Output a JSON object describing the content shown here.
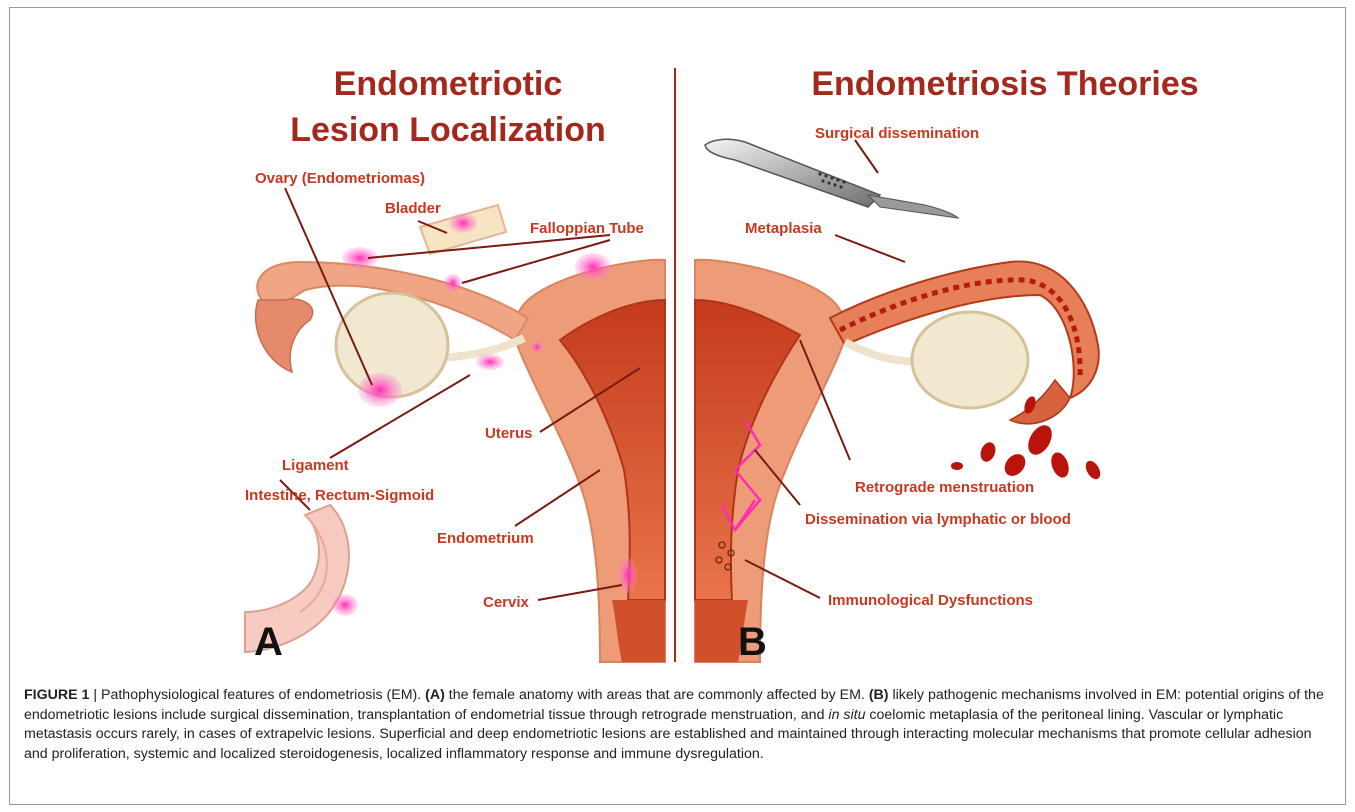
{
  "panel_a": {
    "title_line1": "Endometriotic",
    "title_line2": "Lesion Localization",
    "letter": "A",
    "labels": {
      "ovary": "Ovary (Endometriomas)",
      "bladder": "Bladder",
      "fallopian_tube": "Falloppian Tube",
      "uterus": "Uterus",
      "ligament": "Ligament",
      "intestine": "Intestine, Rectum-Sigmoid",
      "endometrium": "Endometrium",
      "cervix": "Cervix"
    }
  },
  "panel_b": {
    "title": "Endometriosis Theories",
    "letter": "B",
    "labels": {
      "surgical": "Surgical dissemination",
      "metaplasia": "Metaplasia",
      "retrograde": "Retrograde menstruation",
      "dissemination": "Dissemination via lymphatic or blood",
      "immunological": "Immunological Dysfunctions"
    }
  },
  "colors": {
    "title": "#a4281c",
    "label": "#c8391f",
    "line": "#7a1a10",
    "lesion": "#e81aa0",
    "tissue": "#e9a181",
    "uterus_inner": "#d4532d",
    "ovary": "#f1e6cc"
  },
  "caption": {
    "figure_label": "FIGURE 1",
    "separator": " | ",
    "intro": "Pathophysiological features of endometriosis (EM). ",
    "a_label": "(A)",
    "a_text": " the female anatomy with areas that are commonly affected by EM. ",
    "b_label": "(B)",
    "b_text_1": " likely pathogenic mechanisms involved in EM: potential origins of the endometriotic lesions include surgical dissemination, transplantation of endometrial tissue through retrograde menstruation, and ",
    "in_situ": "in situ",
    "b_text_2": " coelomic metaplasia of the peritoneal lining. Vascular or lymphatic metastasis occurs rarely, in cases of extrapelvic lesions. Superficial and deep endometriotic lesions are established and maintained through interacting molecular mechanisms that promote cellular adhesion and proliferation, systemic and localized steroidogenesis, localized inflammatory response and immune dysregulation."
  }
}
